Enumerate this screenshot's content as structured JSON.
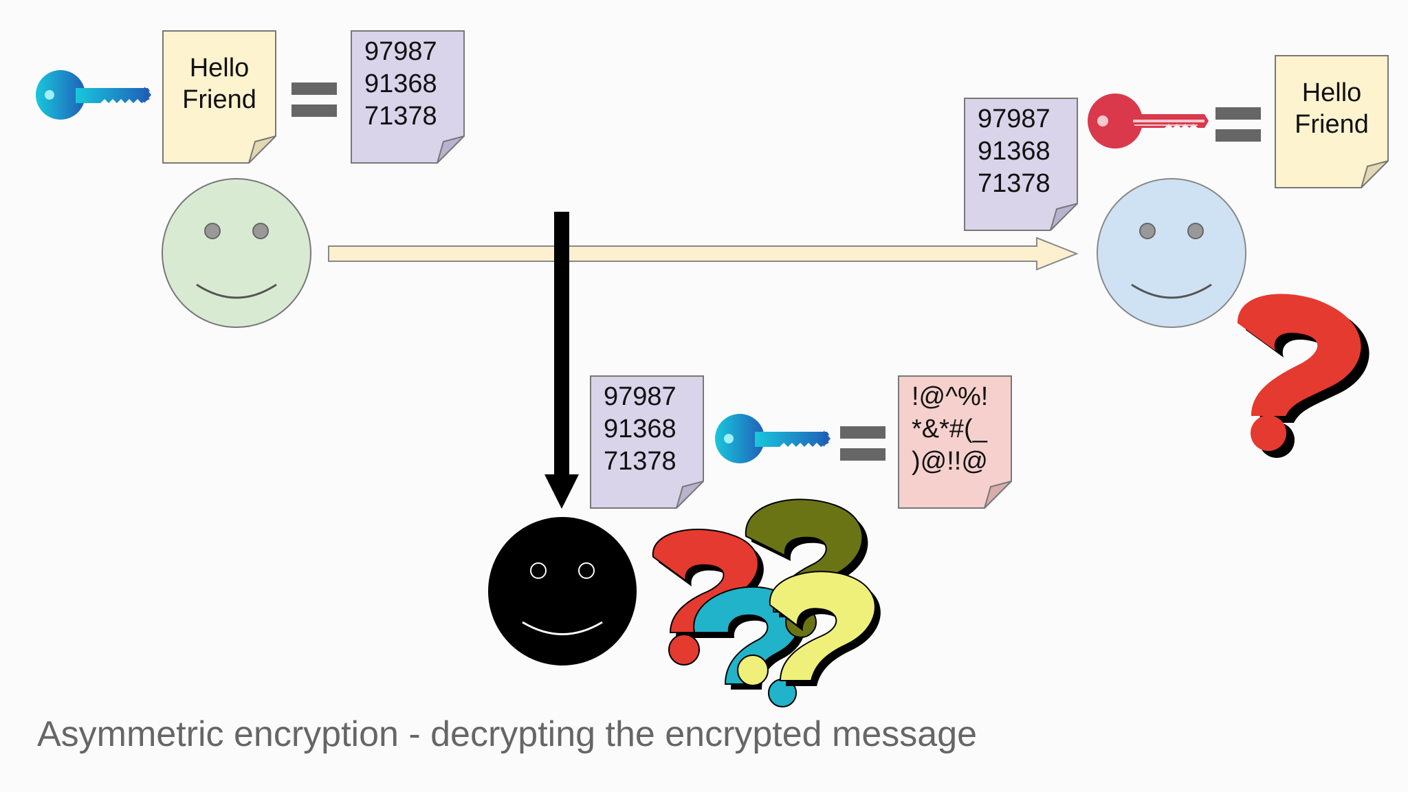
{
  "sender": {
    "public_key_icon": "key-icon",
    "plaintext": "Hello\nFriend",
    "ciphertext": "97987\n91368\n71378"
  },
  "recipient": {
    "private_key_icon": "key-icon",
    "ciphertext": "97987\n91368\n71378",
    "plaintext": "Hello\nFriend"
  },
  "eavesdropper": {
    "intercepted_ciphertext": "97987\n91368\n71378",
    "public_key_icon": "key-icon",
    "garbled_output": "!@^%!\n*&*#(_\n)@!!@"
  },
  "caption": "Asymmetric encryption - decrypting the encrypted message",
  "colors": {
    "plaintext_note": "#fdf3cf",
    "ciphertext_note": "#d9d4ea",
    "garbled_note": "#f5d0cc",
    "sender_face": "#d9ead3",
    "recipient_face": "#cfe2f3",
    "eavesdropper_face": "#000000",
    "public_key": "#1fb7d6",
    "private_key": "#d9394b",
    "message_arrow": "#fdf0cf"
  }
}
